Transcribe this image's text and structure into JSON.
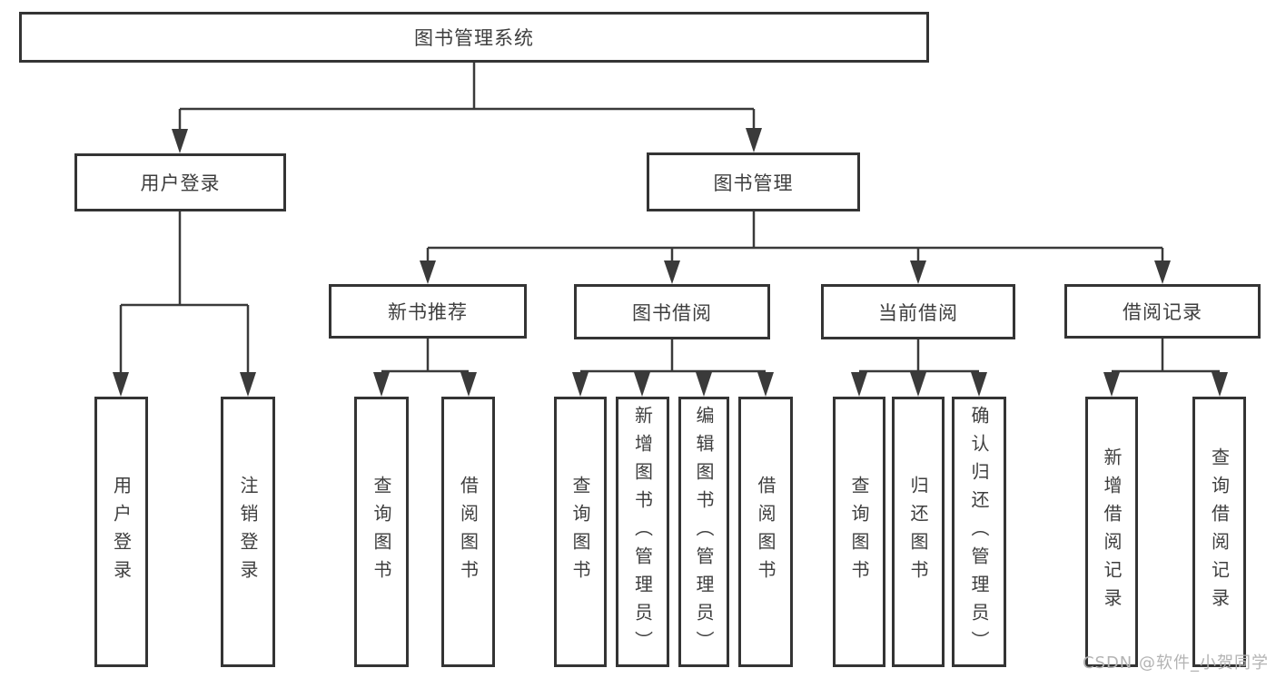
{
  "diagram": {
    "type": "tree-structure-chart",
    "colors": {
      "background": "#ffffff",
      "line": "#3a3a3a",
      "box_border": "#343434",
      "box_fill": "#ffffff",
      "text": "#3e3e3e",
      "watermark": "#b3b3b3"
    }
  },
  "watermark": "CSDN @软件_小贺同学",
  "nodes": {
    "root": "图书管理系统",
    "user_login": "用户登录",
    "book_mgmt": "图书管理",
    "new_book_rec": "新书推荐",
    "book_borrow": "图书借阅",
    "current_borrow": "当前借阅",
    "borrow_records": "借阅记录",
    "ul_login": "用户登录",
    "ul_logout": "注销登录",
    "nb_query": "查询图书",
    "nb_borrow": "借阅图书",
    "bb_query": "查询图书",
    "bb_add": "新增图书（管理员）",
    "bb_edit": "编辑图书（管理员）",
    "bb_borrow": "借阅图书",
    "cb_query": "查询图书",
    "cb_return": "归还图书",
    "cb_confirm": "确认归还（管理员）",
    "br_add": "新增借阅记录",
    "br_query": "查询借阅记录"
  },
  "hierarchy": {
    "label": "图书管理系统",
    "children": [
      {
        "label": "用户登录",
        "children": [
          {
            "label": "用户登录"
          },
          {
            "label": "注销登录"
          }
        ]
      },
      {
        "label": "图书管理",
        "children": [
          {
            "label": "新书推荐",
            "children": [
              {
                "label": "查询图书"
              },
              {
                "label": "借阅图书"
              }
            ]
          },
          {
            "label": "图书借阅",
            "children": [
              {
                "label": "查询图书"
              },
              {
                "label": "新增图书（管理员）"
              },
              {
                "label": "编辑图书（管理员）"
              },
              {
                "label": "借阅图书"
              }
            ]
          },
          {
            "label": "当前借阅",
            "children": [
              {
                "label": "查询图书"
              },
              {
                "label": "归还图书"
              },
              {
                "label": "确认归还（管理员）"
              }
            ]
          },
          {
            "label": "借阅记录",
            "children": [
              {
                "label": "新增借阅记录"
              },
              {
                "label": "查询借阅记录"
              }
            ]
          }
        ]
      }
    ]
  }
}
